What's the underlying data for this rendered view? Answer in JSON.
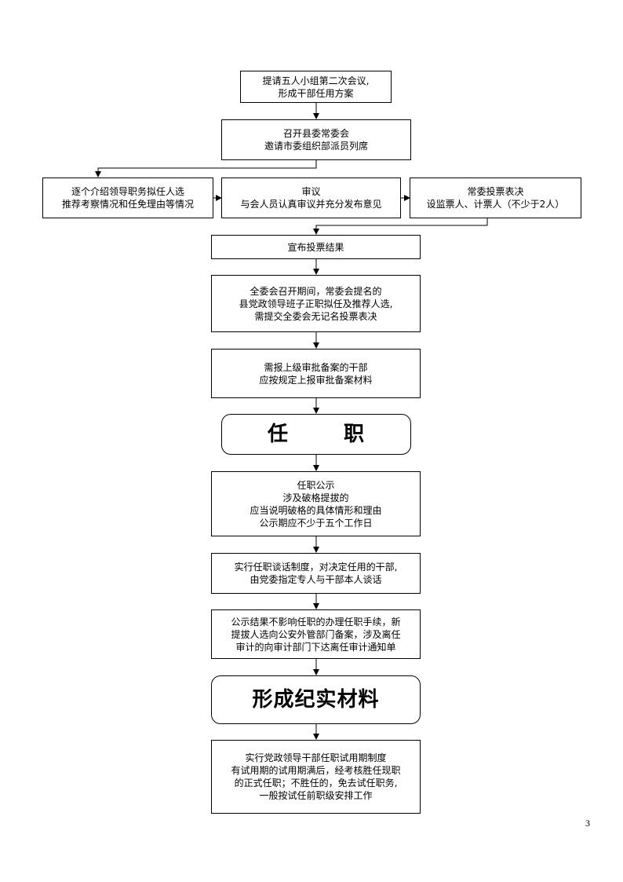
{
  "flow": {
    "step1": [
      "提请五人小组第二次会议,",
      "形成干部任用方案"
    ],
    "step2": [
      "召开县委常委会",
      "邀请市委组织部派员列席"
    ],
    "step3a": [
      "逐个介绍领导职务拟任人选",
      "推荐考察情况和任免理由等情况"
    ],
    "step3b": [
      "审议",
      "与会人员认真审议并充分发布意见"
    ],
    "step3c": [
      "常委投票表决",
      "设监票人、计票人（不少于2人）"
    ],
    "step4": [
      "宣布投票结果"
    ],
    "step5": [
      "全委会召开期间，常委会提名的",
      "县党政领导班子正职拟任及推荐人选,",
      "需提交全委会无记名投票表决"
    ],
    "step6": [
      "需报上级审批备案的干部",
      "应按规定上报审批备案材料"
    ],
    "step7": [
      "任",
      "职"
    ],
    "step8": [
      "任职公示",
      "涉及破格提拔的",
      "应当说明破格的具体情形和理由",
      "公示期应不少于五个工作日"
    ],
    "step9": [
      "实行任职谈话制度，对决定任用的干部,",
      "由党委指定专人与干部本人谈话"
    ],
    "step10": [
      "公示结果不影响任职的办理任职手续，新",
      "提拔人选向公安外管部门备案，涉及离任",
      "审计的向审计部门下达离任审计通知单"
    ],
    "step11": [
      "形成纪实材料"
    ],
    "step12": [
      "实行党政领导干部任职试用期制度",
      "有试用期的试用期满后，经考核胜任现职",
      "的正式任职；不胜任的，免去试任职务,",
      "一般按试任前职级安排工作"
    ]
  },
  "page_number": "3"
}
